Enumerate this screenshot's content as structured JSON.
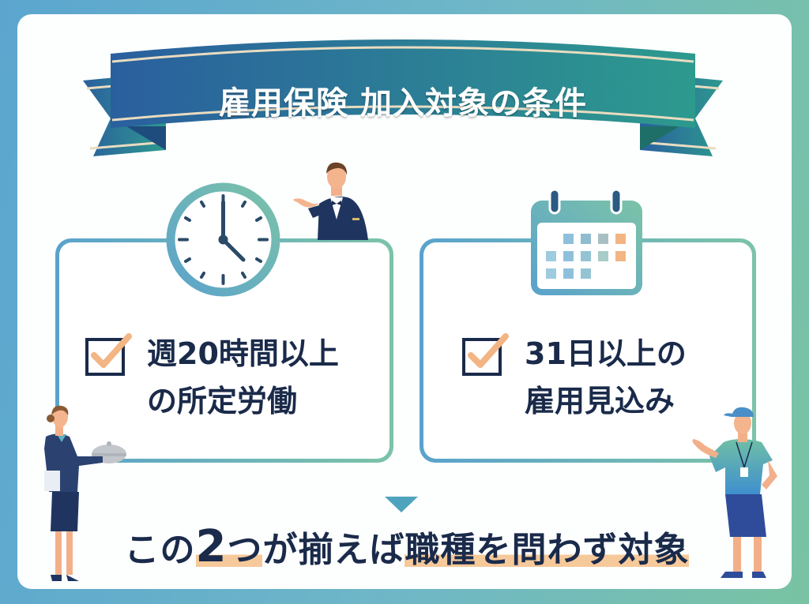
{
  "banner": {
    "title": "雇用保険 加入対象の条件"
  },
  "conditions": [
    {
      "icon": "clock-icon",
      "line1": "週20時間以上",
      "line2": "の所定労働",
      "checked": true
    },
    {
      "icon": "calendar-icon",
      "line1": "31日以上の",
      "line2": "雇用見込み",
      "checked": true
    }
  ],
  "summary": {
    "part1": "この",
    "number": "2",
    "part2": "つ",
    "part3": "が揃えば",
    "part4": "職種を問わず対象"
  },
  "colors": {
    "banner_start": "#2a5f9e",
    "banner_end": "#2d9a8e",
    "text_dark": "#1a2a4a",
    "accent_orange": "#f2b583",
    "border_blue": "#5aa2cc",
    "border_green": "#7cc3a8"
  },
  "figures": [
    "bellboy-figure",
    "waitress-figure",
    "worker-figure"
  ]
}
